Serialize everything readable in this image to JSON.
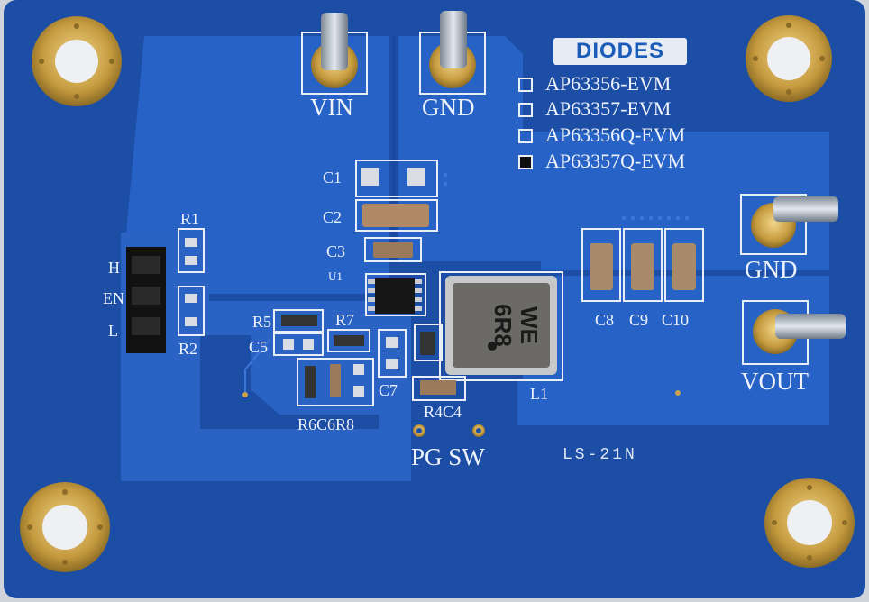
{
  "board": {
    "logo": "DIODES",
    "variants": [
      {
        "label": "AP63356-EVM",
        "checked": false
      },
      {
        "label": "AP63357-EVM",
        "checked": false
      },
      {
        "label": "AP63356Q-EVM",
        "checked": false
      },
      {
        "label": "AP63357Q-EVM",
        "checked": true
      }
    ],
    "connectors": {
      "vin": "VIN",
      "gnd_top": "GND",
      "gnd_right": "GND",
      "vout": "VOUT"
    },
    "designators": {
      "c1": "C1",
      "c2": "C2",
      "c3": "C3",
      "u1": "U1",
      "r1": "R1",
      "r2": "R2",
      "r5": "R5",
      "r7": "R7",
      "c5": "C5",
      "c7": "C7",
      "r6c6r8": "R6C6R8",
      "r4c4": "R4C4",
      "l1": "L1",
      "c8": "C8",
      "c9": "C9",
      "c10": "C10",
      "h": "H",
      "en": "EN",
      "l": "L"
    },
    "test_points": {
      "pg_sw": "PG SW"
    },
    "marking": "LS-21N",
    "inductor_marking": {
      "line1": "WE",
      "line2": "6R8"
    },
    "colors": {
      "pcb": "#1e4fa8",
      "copper_pour": "#2a63c4",
      "silkscreen": "#eef3fb",
      "gold": "#c8a14a"
    }
  }
}
